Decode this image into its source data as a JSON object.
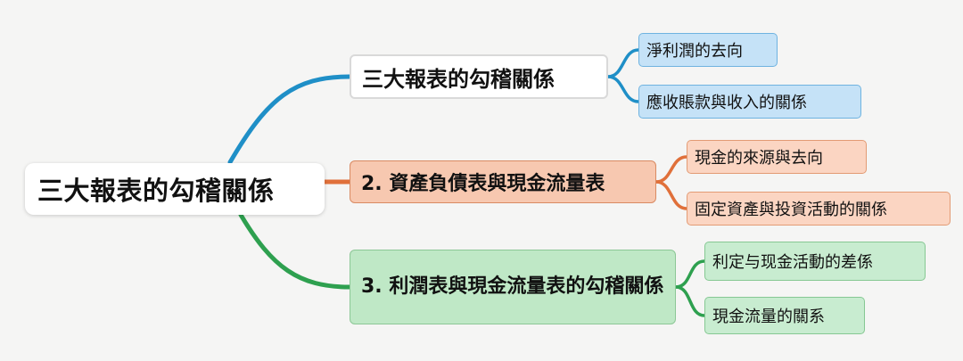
{
  "root": {
    "label": "三大報表的勾稽關係"
  },
  "branches": [
    {
      "label": "三大報表的勾稽關係",
      "color": "#1f8fc7",
      "children": [
        "淨利潤的去向",
        "應收賬款與收入的關係"
      ]
    },
    {
      "label": "2. 資產負債表與現金流量表",
      "color": "#e0703a",
      "children": [
        "現金的來源與去向",
        "固定資產與投資活動的關係"
      ]
    },
    {
      "label": "3. 利潤表與現金流量表的勾稽關係",
      "color": "#2ea04f",
      "children": [
        "利定与现金活動的差係",
        "現金流量的關系"
      ]
    }
  ],
  "colors": {
    "blue_branch": "#1f8fc7",
    "orange_branch": "#e0703a",
    "green_branch": "#2ea04f",
    "blue_leaf_fill": "#c5e2f7",
    "orange_fill": "#f7c8b0",
    "green_fill": "#bfe8c6"
  }
}
